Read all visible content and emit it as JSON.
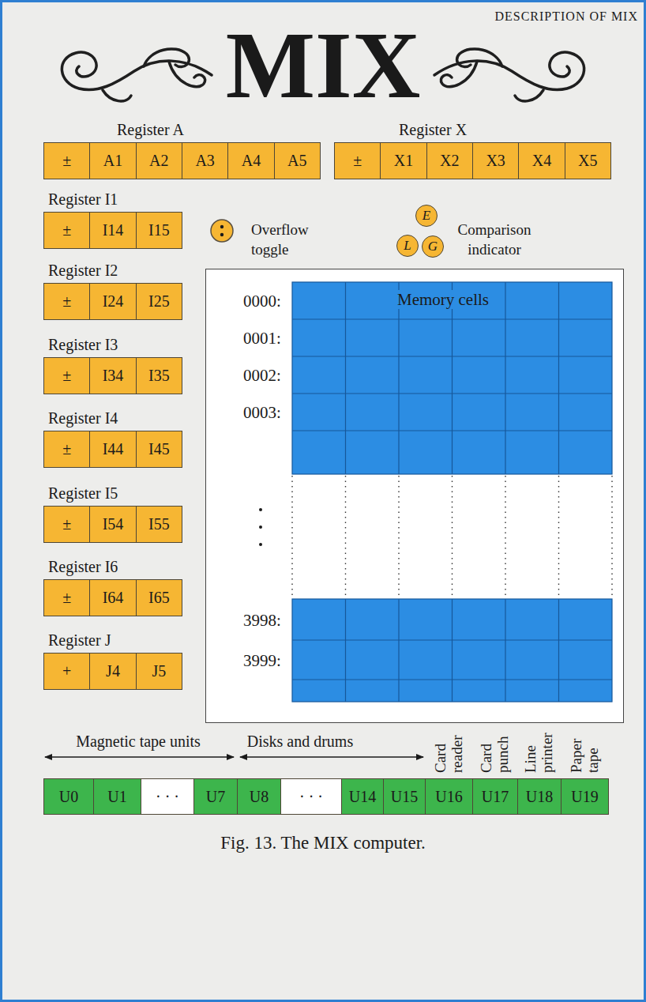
{
  "diagram": {
    "title": "MIX",
    "caption": "Fig. 13. The MIX computer.",
    "nodes": [
      {
        "text": [
          "Register A"
        ]
      },
      {
        "text": [
          "±"
        ],
        "in": 0
      },
      {
        "text": [
          "A1"
        ],
        "in": 0
      },
      {
        "text": [
          "A2"
        ],
        "in": 0
      },
      {
        "text": [
          "A3"
        ],
        "in": 0
      },
      {
        "text": [
          "A4"
        ],
        "in": 0
      },
      {
        "text": [
          "A5"
        ],
        "in": 0
      },
      {
        "text": [
          "Register X"
        ]
      },
      {
        "text": [
          "±"
        ],
        "in": 7
      },
      {
        "text": [
          "X1"
        ],
        "in": 7
      },
      {
        "text": [
          "X2"
        ],
        "in": 7
      },
      {
        "text": [
          "X3"
        ],
        "in": 7
      },
      {
        "text": [
          "X4"
        ],
        "in": 7
      },
      {
        "text": [
          "X5"
        ],
        "in": 7
      },
      {
        "text": [
          "Register I1"
        ]
      },
      {
        "text": [
          "±"
        ],
        "in": 14
      },
      {
        "text": [
          "I14"
        ],
        "in": 14
      },
      {
        "text": [
          "I15"
        ],
        "in": 14
      },
      {
        "text": [
          "E"
        ]
      },
      {
        "text": [
          "L"
        ]
      },
      {
        "text": [
          "G"
        ]
      },
      {
        "text": [
          "Register I2"
        ]
      },
      {
        "text": [
          "±"
        ],
        "in": 21
      },
      {
        "text": [
          "I24"
        ],
        "in": 21
      },
      {
        "text": [
          "I25"
        ],
        "in": 21
      },
      {
        "text": [
          "Register I3"
        ]
      },
      {
        "text": [
          "±"
        ],
        "in": 25
      },
      {
        "text": [
          "I34"
        ],
        "in": 25
      },
      {
        "text": [
          "I35"
        ],
        "in": 25
      },
      {
        "text": [
          "Register I4"
        ]
      },
      {
        "text": [
          "±"
        ],
        "in": 29
      },
      {
        "text": [
          "I44"
        ],
        "in": 29
      },
      {
        "text": [
          "I45"
        ],
        "in": 29
      },
      {
        "text": [
          "Register I5"
        ]
      },
      {
        "text": [
          "±"
        ],
        "in": 33
      },
      {
        "text": [
          "I54"
        ],
        "in": 33
      },
      {
        "text": [
          "I55"
        ],
        "in": 33
      },
      {
        "text": [
          "Register I6"
        ]
      },
      {
        "text": [
          "±"
        ],
        "in": 37
      },
      {
        "text": [
          "I64"
        ],
        "in": 37
      },
      {
        "text": [
          "I65"
        ],
        "in": 37
      },
      {
        "text": [
          "Register J"
        ]
      },
      {
        "text": [
          "+"
        ],
        "in": 41
      },
      {
        "text": [
          "J4"
        ],
        "in": 41
      },
      {
        "text": [
          "J5"
        ],
        "in": 41
      },
      {
        "text": [
          "Memory cells",
          "0000:",
          "0001:",
          "0002:",
          "0003:",
          "3998:",
          "3999:"
        ]
      },
      {
        "text": [
          "U0"
        ]
      },
      {
        "text": [
          "U1"
        ]
      },
      {
        "text": [
          "· · ·"
        ]
      },
      {
        "text": [
          "U7"
        ]
      },
      {
        "text": [
          "U8"
        ]
      },
      {
        "text": [
          "· · ·"
        ]
      },
      {
        "text": [
          "U14"
        ]
      },
      {
        "text": [
          "U15"
        ]
      },
      {
        "text": [
          "U16"
        ]
      },
      {
        "text": [
          "U17"
        ]
      },
      {
        "text": [
          "U18"
        ]
      },
      {
        "text": [
          "U19"
        ]
      }
    ],
    "labels": [
      "DESCRIPTION OF MIX",
      "Overflow toggle",
      "Comparison indicator",
      "Magnetic tape units",
      "Disks and drums",
      "Card reader",
      "Card punch",
      "Line printer",
      "Paper tape"
    ]
  }
}
